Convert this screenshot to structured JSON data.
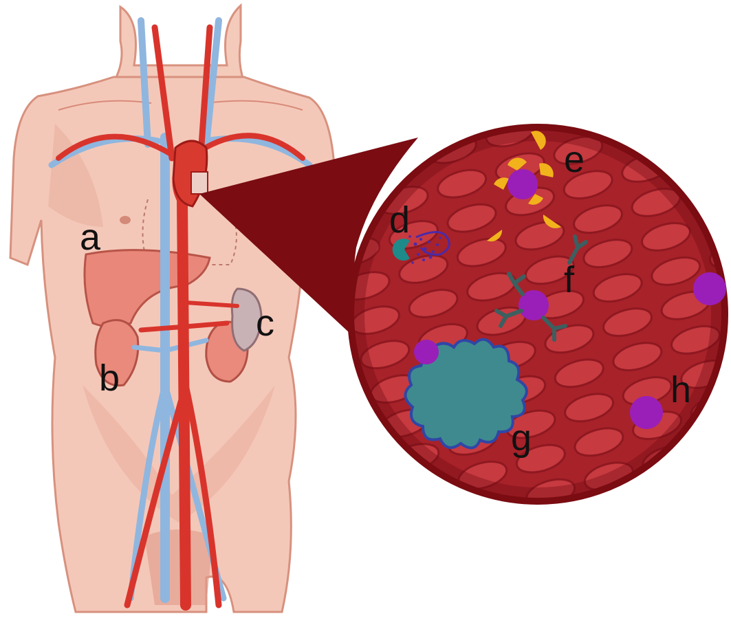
{
  "figure": {
    "labels": {
      "a": "a",
      "b": "b",
      "c": "c",
      "d": "d",
      "e": "e",
      "f": "f",
      "g": "g",
      "h": "h"
    }
  },
  "colors": {
    "skin": "#f3c7b8",
    "skin_shadow": "#e29a88",
    "artery": "#d8342c",
    "vein": "#8fb6df",
    "vessel_dark": "#7a0c12",
    "vessel_interior": "#a8222a",
    "rbc": "#c93a3f",
    "cell_purple": "#9a1fb8",
    "complement_yellow": "#f2b21c",
    "antibody_slate": "#3d5f5f",
    "macrophage_teal": "#3f8a8e",
    "enzyme_teal": "#1e8a8a",
    "debris_indigo": "#4b2aa8"
  }
}
